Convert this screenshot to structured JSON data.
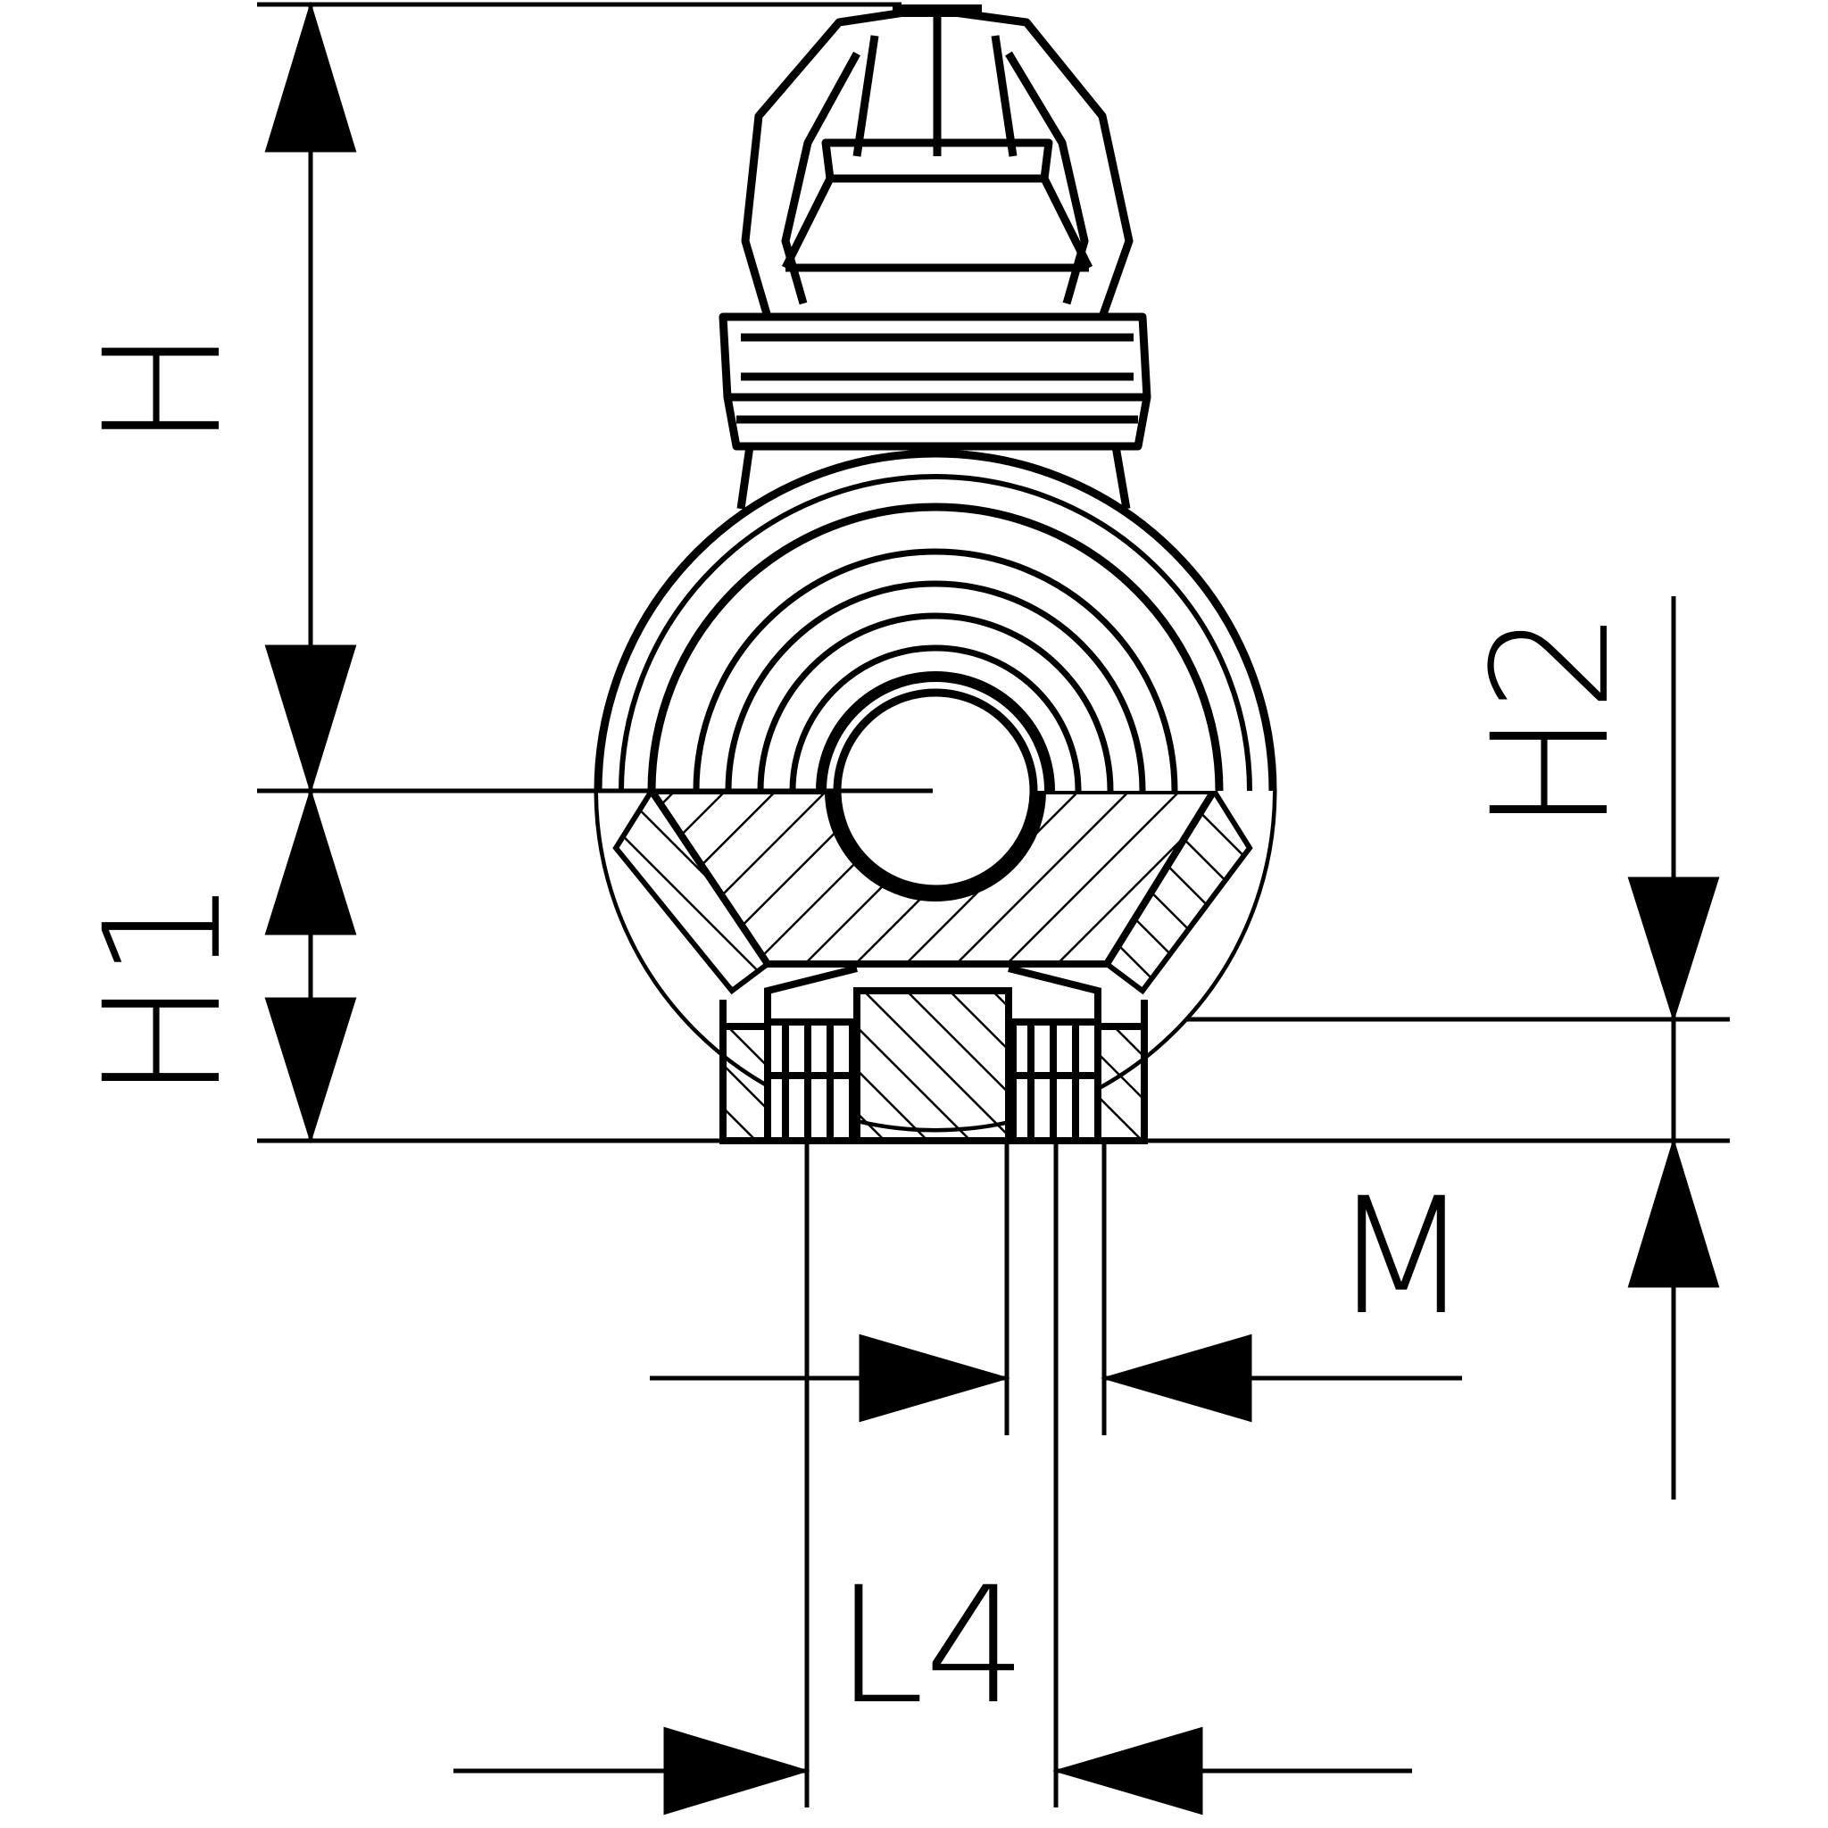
{
  "drawing": {
    "title": "",
    "colors": {
      "line": "#000000",
      "background": "#ffffff"
    },
    "dimensions": {
      "H": "H",
      "H1": "H1",
      "H2": "H2",
      "M": "M",
      "L4": "L4"
    }
  }
}
